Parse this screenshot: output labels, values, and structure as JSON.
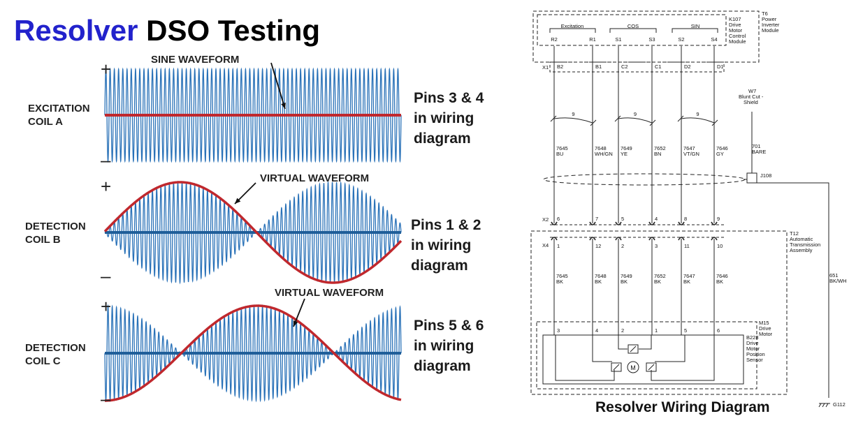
{
  "title": {
    "part1": "Resolver",
    "part2": "DSO Testing"
  },
  "panels": [
    {
      "coil": [
        "EXCITATION",
        "COIL A"
      ],
      "pins": [
        "Pins 3 & 4",
        "in wiring",
        "diagram"
      ],
      "callout": "SINE WAVEFORM",
      "plus": "+",
      "minus": "–"
    },
    {
      "coil": [
        "DETECTION",
        "COIL B"
      ],
      "pins": [
        "Pins 1 & 2",
        "in wiring",
        "diagram"
      ],
      "callout": "VIRTUAL WAVEFORM",
      "plus": "+",
      "minus": "–"
    },
    {
      "coil": [
        "DETECTION",
        "COIL C"
      ],
      "pins": [
        "Pins 5 & 6",
        "in wiring",
        "diagram"
      ],
      "callout": "VIRTUAL WAVEFORM",
      "plus": "+",
      "minus": "–"
    }
  ],
  "colors": {
    "carrier": "#2a72b8",
    "envelope": "#c0282d",
    "axis": "#1f5e99",
    "title_blue": "#2222cc"
  },
  "wiring": {
    "caption": "Resolver Wiring Diagram",
    "t6": [
      "T6",
      "Power",
      "Inverter",
      "Module"
    ],
    "k107": [
      "K107",
      "Drive",
      "Motor",
      "Control",
      "Module"
    ],
    "groups": [
      "Excitation",
      "COS",
      "SIN"
    ],
    "pins_top": [
      "R2",
      "R1",
      "S1",
      "S3",
      "S2",
      "S4"
    ],
    "x1_label": "X1",
    "x1_pins": [
      "B2",
      "B1",
      "C2",
      "C1",
      "D2",
      "D1"
    ],
    "twist_counts": [
      "9",
      "9",
      "9"
    ],
    "wires_upper": [
      [
        "7645",
        "BU"
      ],
      [
        "7648",
        "WH/GN"
      ],
      [
        "7649",
        "YE"
      ],
      [
        "7652",
        "BN"
      ],
      [
        "7647",
        "VT/GN"
      ],
      [
        "7646",
        "GY"
      ]
    ],
    "shield_wire": [
      "701",
      "BARE"
    ],
    "w7": [
      "W7",
      "Blunt Cut -",
      "Shield"
    ],
    "j108": "J108",
    "x2_label": "X2",
    "x2_pins": [
      "6",
      "7",
      "5",
      "4",
      "8",
      "9"
    ],
    "x4_label": "X4",
    "x4_pins": [
      "1",
      "12",
      "2",
      "3",
      "11",
      "10"
    ],
    "t12": [
      "T12",
      "Automatic",
      "Transmission",
      "Assembly"
    ],
    "wires_lower": [
      [
        "7645",
        "BK"
      ],
      [
        "7648",
        "BK"
      ],
      [
        "7649",
        "BK"
      ],
      [
        "7652",
        "BK"
      ],
      [
        "7647",
        "BK"
      ],
      [
        "7646",
        "BK"
      ]
    ],
    "ground_wire": [
      "651",
      "BK/WH"
    ],
    "m15": [
      "M15",
      "Drive",
      "Motor"
    ],
    "b228": [
      "B228",
      "Drive",
      "Motor",
      "Position",
      "Sensor"
    ],
    "sensor_pins": [
      "3",
      "4",
      "2",
      "1",
      "5",
      "6"
    ],
    "motor_symbol": "M",
    "ground": "G112"
  }
}
